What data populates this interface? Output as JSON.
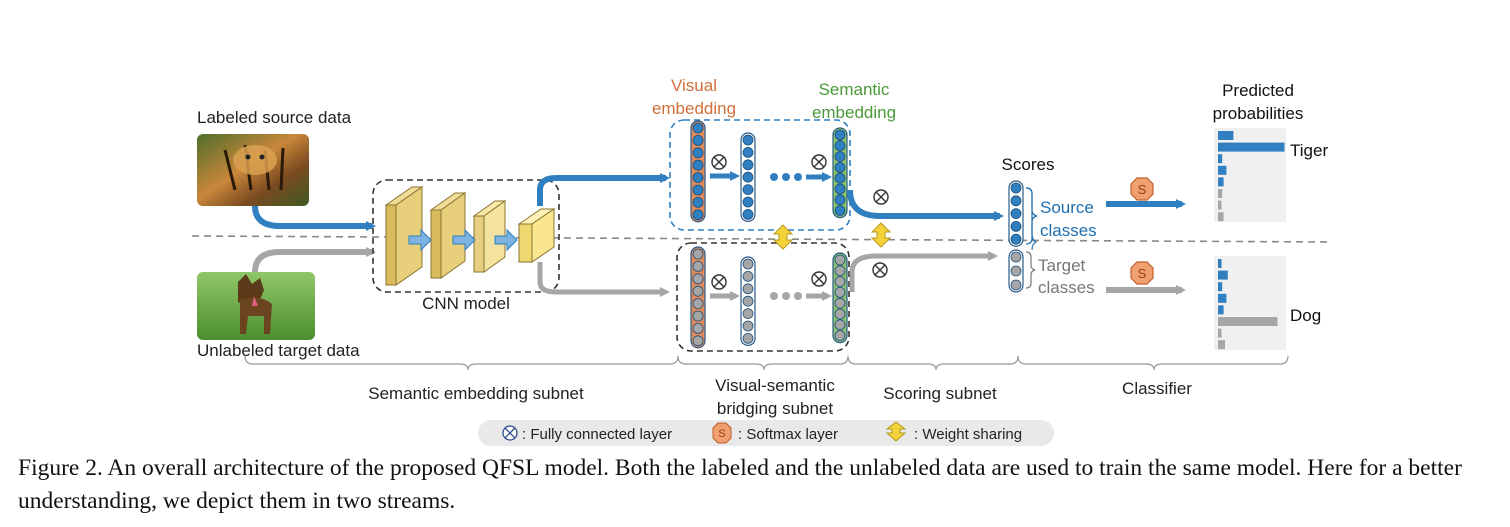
{
  "labels": {
    "labeled_source": "Labeled source data",
    "unlabeled_target": "Unlabeled target data",
    "cnn_model": "CNN model",
    "visual_embedding_1": "Visual",
    "visual_embedding_2": "embedding",
    "semantic_embedding_1": "Semantic",
    "semantic_embedding_2": "embedding",
    "scores": "Scores",
    "source_classes_1": "Source",
    "source_classes_2": "classes",
    "target_classes_1": "Target",
    "target_classes_2": "classes",
    "predicted_1": "Predicted",
    "predicted_2": "probabilities",
    "tiger": "Tiger",
    "dog": "Dog",
    "softmax_symbol": "S"
  },
  "sections": {
    "semantic_subnet": "Semantic embedding subnet",
    "bridging_1": "Visual-semantic",
    "bridging_2": "bridging subnet",
    "scoring": "Scoring subnet",
    "classifier": "Classifier"
  },
  "legend": {
    "fc": ": Fully connected layer",
    "softmax": ": Softmax layer",
    "weight": ": Weight sharing"
  },
  "caption": "Figure 2. An overall architecture of the proposed QFSL model. Both the labeled and the unlabeled data are used to train the same model. Here for a better understanding, we depict them in two streams.",
  "colors": {
    "blue": "#2f7fc1",
    "gray": "#a6a6a6",
    "orange": "#e08a5a",
    "green": "#8bc46a",
    "cnn_block": "#e8cf7c",
    "softmax": "#f0a070",
    "weight_arrow": "#f5d23a"
  },
  "probabilities": {
    "tiger_bars": [
      0.22,
      0.95,
      0.06,
      0.12,
      0.08,
      0.06,
      0.05,
      0.08
    ],
    "dog_bars": [
      0.05,
      0.14,
      0.06,
      0.12,
      0.08,
      0.85,
      0.05,
      0.1
    ]
  }
}
